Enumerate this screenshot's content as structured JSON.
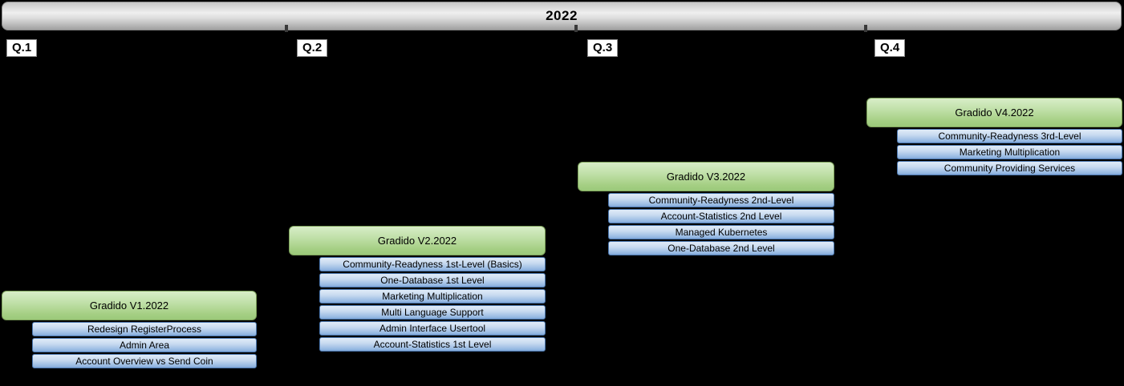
{
  "year": "2022",
  "colors": {
    "background": "#000000",
    "year_bar_fill": "#d9d9d9",
    "milestone_green": "#9bc97a",
    "milestone_green_border": "#7ca15a",
    "item_blue": "#84a9d9",
    "item_blue_border": "#4a76ad",
    "label_background": "#ffffff",
    "text": "#000000"
  },
  "quarters": [
    {
      "label": "Q.1",
      "title": "Gradido V1.2022",
      "items": [
        "Redesign RegisterProcess",
        "Admin Area",
        "Account Overview vs Send Coin"
      ]
    },
    {
      "label": "Q.2",
      "title": "Gradido V2.2022",
      "items": [
        "Community-Readyness 1st-Level (Basics)",
        "One-Database 1st Level",
        "Marketing Multiplication",
        "Multi Language Support",
        "Admin Interface Usertool",
        "Account-Statistics 1st Level"
      ]
    },
    {
      "label": "Q.3",
      "title": "Gradido V3.2022",
      "items": [
        "Community-Readyness 2nd-Level",
        "Account-Statistics 2nd Level",
        "Managed Kubernetes",
        "One-Database 2nd Level"
      ]
    },
    {
      "label": "Q.4",
      "title": "Gradido V4.2022",
      "items": [
        "Community-Readyness 3rd-Level",
        "Marketing Multiplication",
        "Community Providing Services"
      ]
    }
  ]
}
